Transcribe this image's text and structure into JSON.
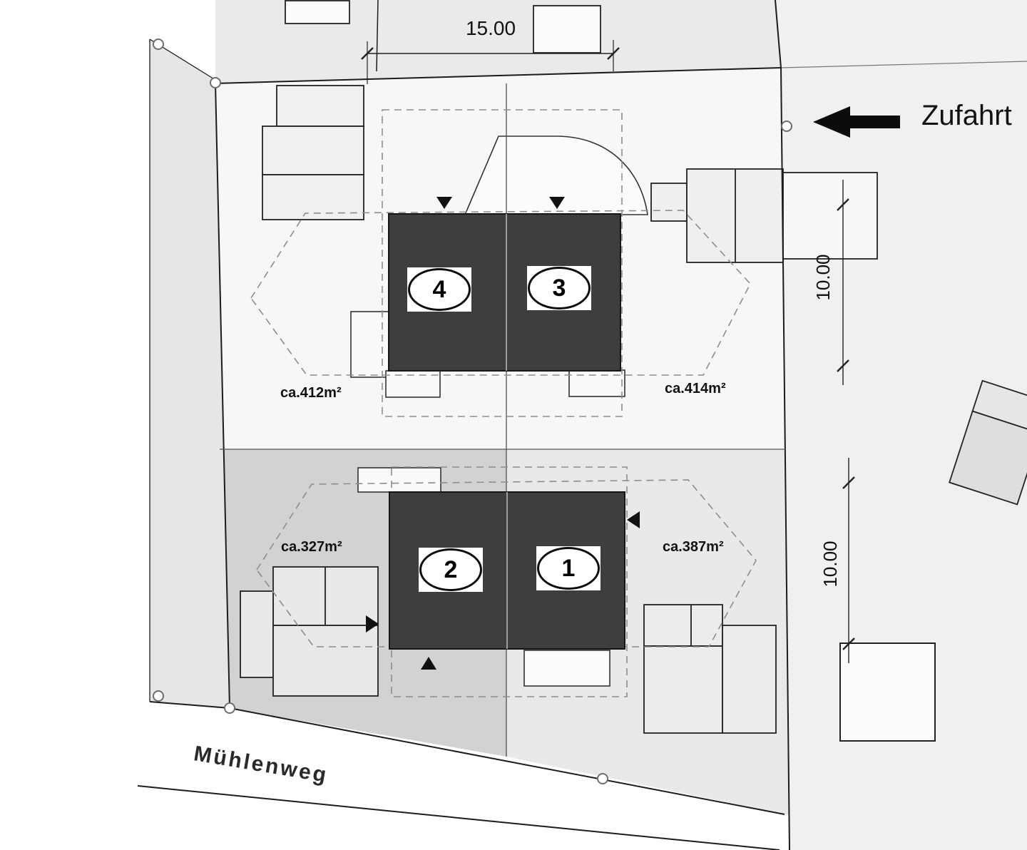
{
  "plan": {
    "access_label": "Zufahrt",
    "street_name": "Mühlenweg",
    "dimensions": {
      "top_width": "15.00",
      "right_upper": "10.00",
      "right_lower": "10.00"
    },
    "plots": [
      {
        "house_number": "4",
        "area_label": "ca.412m²"
      },
      {
        "house_number": "3",
        "area_label": "ca.414m²"
      },
      {
        "house_number": "2",
        "area_label": "ca.327m²"
      },
      {
        "house_number": "1",
        "area_label": "ca.387m²"
      }
    ],
    "icons": {
      "access_arrow": "left-arrow",
      "entrance_markers": [
        "down-triangle",
        "down-triangle",
        "left-triangle",
        "right-triangle",
        "up-triangle"
      ]
    },
    "colors": {
      "new_building": "#3e3e3e",
      "parcel_upper": "#f7f7f7",
      "parcel_lower_left": "#d2d2d2",
      "parcel_lower_right": "#e9e9e9",
      "neighbor_area": "#ededed",
      "dashed_envelope": "#8d8d8d"
    }
  }
}
